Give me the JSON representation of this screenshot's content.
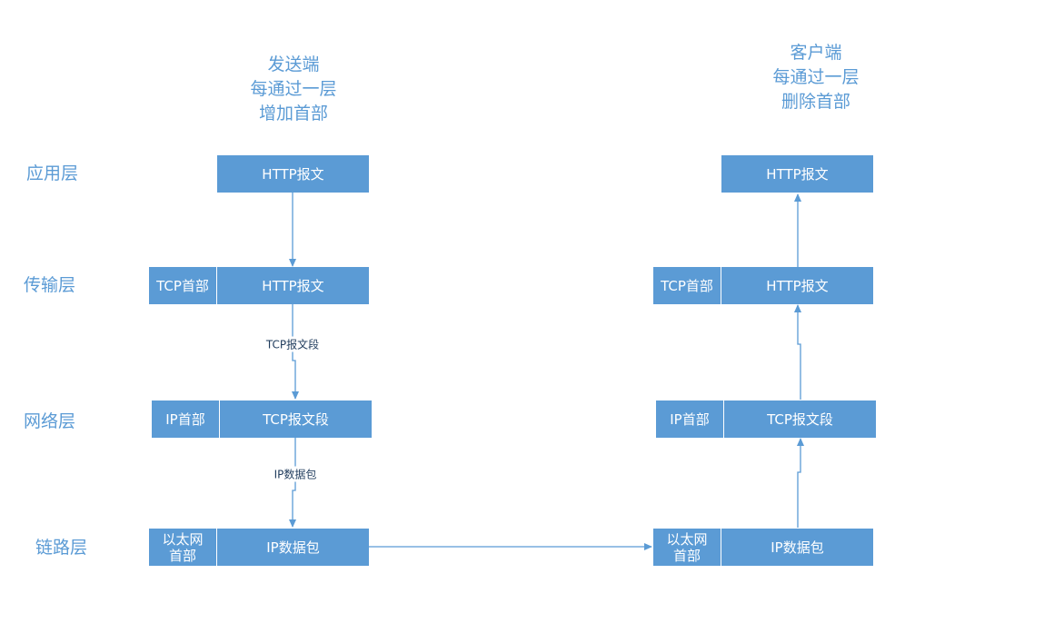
{
  "sender_caption": [
    "发送端",
    "每通过一层",
    "增加首部"
  ],
  "receiver_caption": [
    "客户端",
    "每通过一层",
    "删除首部"
  ],
  "layers": {
    "application": "应用层",
    "transport": "传输层",
    "network": "网络层",
    "link": "链路层"
  },
  "sender": {
    "app_payload": "HTTP报文",
    "transport_header": "TCP首部",
    "transport_payload": "HTTP报文",
    "network_header": "IP首部",
    "network_payload": "TCP报文段",
    "link_header": [
      "以太网",
      "首部"
    ],
    "link_payload": "IP数据包"
  },
  "receiver": {
    "app_payload": "HTTP报文",
    "transport_header": "TCP首部",
    "transport_payload": "HTTP报文",
    "network_header": "IP首部",
    "network_payload": "TCP报文段",
    "link_header": [
      "以太网",
      "首部"
    ],
    "link_payload": "IP数据包"
  },
  "edge_labels": {
    "transport_to_network": "TCP报文段",
    "network_to_link": "IP数据包"
  },
  "colors": {
    "box_fill": "#5b9bd5",
    "box_text": "#ffffff",
    "caption_text": "#5b9bd5",
    "arrow": "#5b9bd5"
  }
}
